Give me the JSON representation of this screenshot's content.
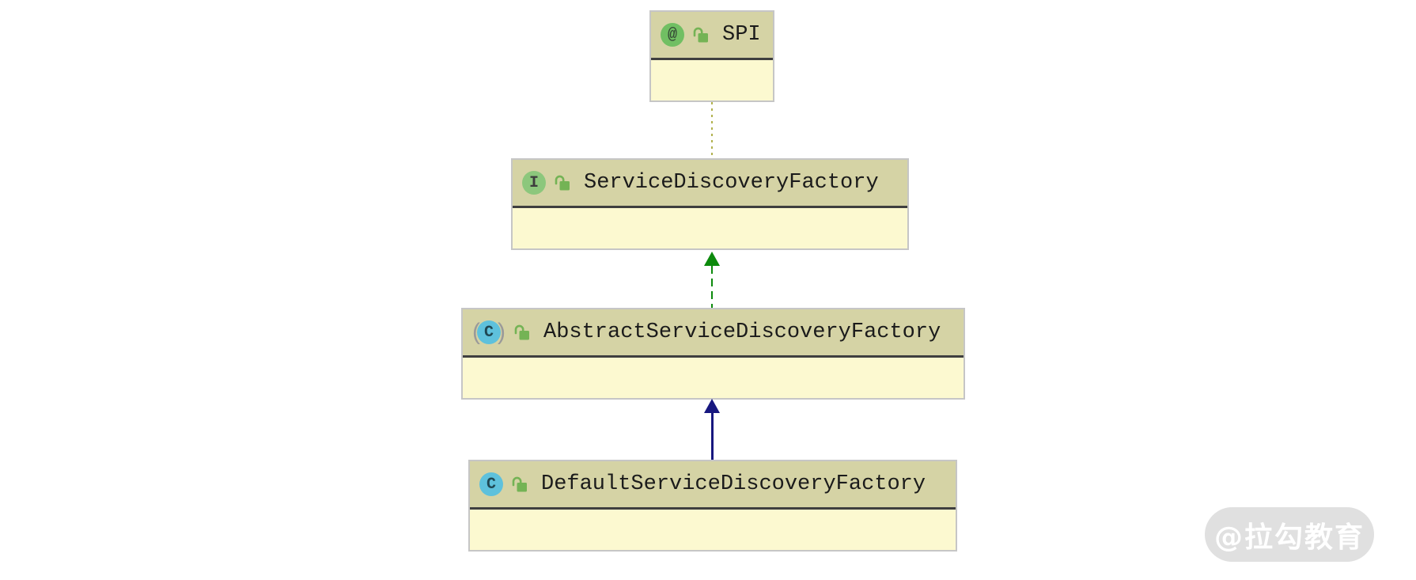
{
  "diagram": {
    "kind": "uml-class-hierarchy",
    "nodes": [
      {
        "name": "SPI",
        "stereotype": "annotation",
        "icon_glyph": "@",
        "visibility": "public"
      },
      {
        "name": "ServiceDiscoveryFactory",
        "stereotype": "interface",
        "icon_glyph": "I",
        "visibility": "public"
      },
      {
        "name": "AbstractServiceDiscoveryFactory",
        "stereotype": "abstract-class",
        "icon_glyph": "C",
        "abstract_left_paren": "(",
        "abstract_right_paren": ")",
        "visibility": "public"
      },
      {
        "name": "DefaultServiceDiscoveryFactory",
        "stereotype": "class",
        "icon_glyph": "C",
        "visibility": "public"
      }
    ],
    "edges": [
      {
        "from": "SPI",
        "to": "ServiceDiscoveryFactory",
        "relation": "annotation-link",
        "line_style": "dotted",
        "color": "#b1b14e"
      },
      {
        "from": "AbstractServiceDiscoveryFactory",
        "to": "ServiceDiscoveryFactory",
        "relation": "implements",
        "line_style": "dashed",
        "color": "#0c8a0c"
      },
      {
        "from": "DefaultServiceDiscoveryFactory",
        "to": "AbstractServiceDiscoveryFactory",
        "relation": "extends",
        "line_style": "solid",
        "color": "#17177f"
      }
    ],
    "colors": {
      "node_header_bg": "#d5d3a5",
      "node_body_bg": "#fcf9d0",
      "node_border": "#c6c6c6",
      "header_separator": "#3f3f3f",
      "annotation_badge": "#71bf63",
      "interface_badge": "#8cc77c",
      "class_badge": "#5ec1dc",
      "lock_green": "#74b355",
      "title_text": "#1b1b1b"
    }
  },
  "watermark": {
    "text": "@拉勾教育"
  }
}
